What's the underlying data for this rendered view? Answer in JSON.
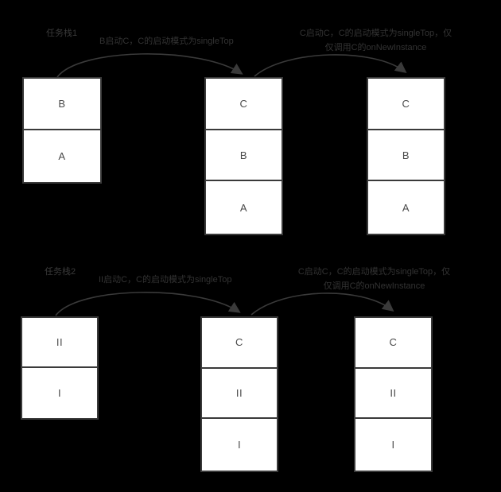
{
  "diagram": {
    "background_color": "#000000",
    "box_fill": "#ffffff",
    "box_border": "#3a3a3a",
    "text_color": "#4a4a4a",
    "label_color": "#333333",
    "rows": [
      {
        "id": "task-stack-1",
        "title": "任务栈1",
        "arrow_labels": [
          {
            "id": "arrow-label-1-1",
            "line1": "B启动C，C的启动模式为singleTop",
            "line2": ""
          },
          {
            "id": "arrow-label-1-2",
            "line1": "C启动C，C的启动模式为singleTop，仅",
            "line2": "仅调用C的onNewInstance"
          }
        ],
        "stacks": [
          {
            "id": "stack-1-1",
            "cells": [
              "B",
              "A"
            ]
          },
          {
            "id": "stack-1-2",
            "cells": [
              "C",
              "B",
              "A"
            ]
          },
          {
            "id": "stack-1-3",
            "cells": [
              "C",
              "B",
              "A"
            ]
          }
        ]
      },
      {
        "id": "task-stack-2",
        "title": "任务栈2",
        "arrow_labels": [
          {
            "id": "arrow-label-2-1",
            "line1": "II启动C，C的启动模式为singleTop",
            "line2": ""
          },
          {
            "id": "arrow-label-2-2",
            "line1": "C启动C，C的启动模式为singleTop，仅",
            "line2": "仅调用C的onNewInstance"
          }
        ],
        "stacks": [
          {
            "id": "stack-2-1",
            "cells": [
              "II",
              "I"
            ]
          },
          {
            "id": "stack-2-2",
            "cells": [
              "C",
              "II",
              "I"
            ]
          },
          {
            "id": "stack-2-3",
            "cells": [
              "C",
              "II",
              "I"
            ]
          }
        ]
      }
    ]
  }
}
